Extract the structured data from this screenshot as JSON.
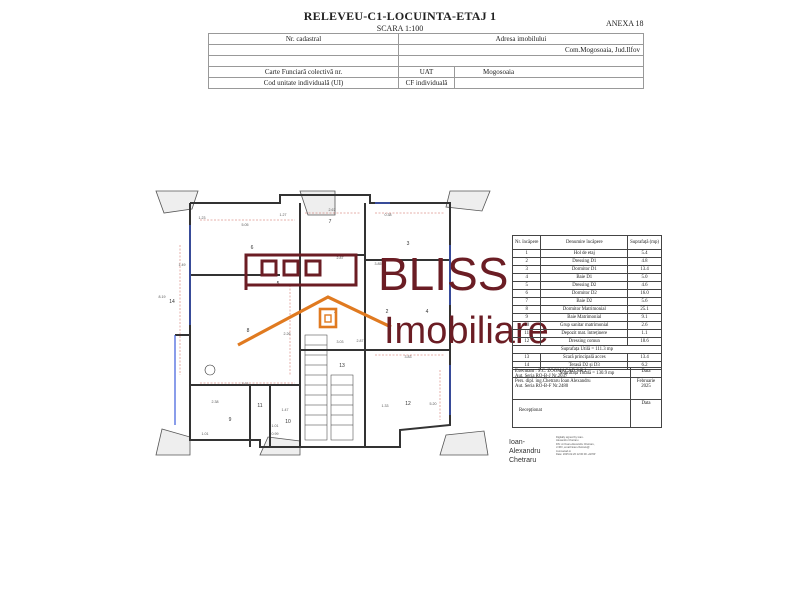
{
  "header": {
    "title": "RELEVEU-C1-LOCUINTA-ETAJ 1",
    "scale": "SCARA 1:100",
    "annex": "ANEXA 18"
  },
  "info_table": {
    "nr_cadastral_label": "Nr. cadastral",
    "adresa_label": "Adresa imobilului",
    "adresa_value": "Com.Mogosoaia, Jud.Ilfov",
    "carte_funciara_label": "Carte Funciară colectivă nr.",
    "uat_label": "UAT",
    "uat_value": "Mogosoaia",
    "cod_unitate_label": "Cod unitate individuală (UI)",
    "cf_individuala_label": "CF individuală"
  },
  "legend": {
    "col_nr": "Nr. încăpere",
    "col_name": "Denumire încăpere",
    "col_area": "Suprafață (mp)",
    "rooms": [
      {
        "nr": "1",
        "name": "Hol de etaj",
        "area": "5.4"
      },
      {
        "nr": "2",
        "name": "Dressing D1",
        "area": "4.8"
      },
      {
        "nr": "3",
        "name": "Dormitor D1",
        "area": "13.4"
      },
      {
        "nr": "4",
        "name": "Baie D1",
        "area": "5.0"
      },
      {
        "nr": "5",
        "name": "Dressing D2",
        "area": "4.6"
      },
      {
        "nr": "6",
        "name": "Dormitor D2",
        "area": "16.0"
      },
      {
        "nr": "7",
        "name": "Baie D2",
        "area": "5.6"
      },
      {
        "nr": "8",
        "name": "Dormitor Matrimonial",
        "area": "25.1"
      },
      {
        "nr": "9",
        "name": "Baie Matrimonial",
        "area": "9.1"
      },
      {
        "nr": "10",
        "name": "Grup sanitar matrimonial",
        "area": "2.6"
      },
      {
        "nr": "11",
        "name": "Depozit mat. întreținere",
        "area": "1.1"
      },
      {
        "nr": "12",
        "name": "Dressing comun",
        "area": "18.6"
      }
    ],
    "suprafata_utila": "Suprafața Utilă = 111.3 mp",
    "extra_rows": [
      {
        "nr": "13",
        "name": "Scară principală acces",
        "area": "13.4"
      },
      {
        "nr": "14",
        "name": "Terasă D2 și D3",
        "area": "6.2"
      }
    ],
    "suprafata_totala": "Suprafața Totală = 130.9 mp"
  },
  "executant": {
    "line1": "Executant : S.C. ZOOMACAD S.R.L.",
    "line2": "Aut. Seria RO-B-J Nr.2037",
    "line3": "Pers. dipl. ing.Chetraru Ioan Alexandru",
    "line4": "Aut. Seria RO-B-F Nr.2480",
    "data_label": "Data",
    "month": "Februarie",
    "year": "2025",
    "receptionat": "Recepționat",
    "data_label2": "Data"
  },
  "signer": {
    "name1": "Ioan-",
    "name2": "Alexandru",
    "name3": "Chetraru",
    "sig_lines": [
      "Digitally signed by Ioan-",
      "Alexandru Chetraru",
      "DN: cn=Ioan-Alexandru Chetraru,",
      "c=RO, email=ioan.chetraru@",
      "zoomacad.ro",
      "Date: 2025.02.26 12:00:00 +02'00'"
    ]
  },
  "watermark": {
    "brand": "BLISS",
    "sub": "Imobiliare",
    "color": "#6b1d24"
  },
  "plan": {
    "room_numbers": [
      "1",
      "2",
      "3",
      "4",
      "5",
      "6",
      "7",
      "8",
      "9",
      "10",
      "11",
      "12",
      "13",
      "14"
    ],
    "dimensions": [
      "1.23",
      "5.05",
      "1.27",
      "2.67",
      "0.38",
      "1.49",
      "8.19",
      "2.38",
      "3.63",
      "2.26",
      "2.87",
      "3.83",
      "5.20",
      "3.85",
      "1.01",
      "0.99",
      "1.47",
      "1.01",
      "3.03",
      "2.87",
      "1.33"
    ]
  }
}
